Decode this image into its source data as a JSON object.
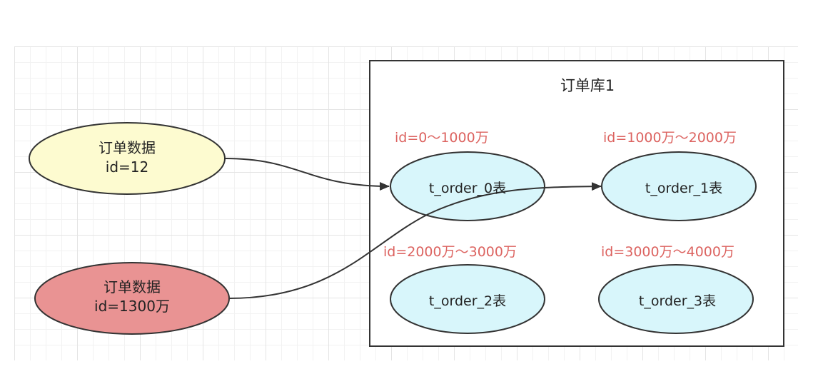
{
  "colors": {
    "source_small_fill": "#fdfbd0",
    "source_large_fill": "#e99393",
    "table_fill": "#d8f6fb",
    "range_text": "#d9534f",
    "stroke": "#333333"
  },
  "sources": [
    {
      "title": "订单数据",
      "id_label": "id=12"
    },
    {
      "title": "订单数据",
      "id_label": "id=1300万"
    }
  ],
  "database": {
    "title": "订单库1",
    "tables": [
      {
        "name": "t_order_0表",
        "range": "id=0～1000万"
      },
      {
        "name": "t_order_1表",
        "range": "id=1000万～2000万"
      },
      {
        "name": "t_order_2表",
        "range": "id=2000万～3000万"
      },
      {
        "name": "t_order_3表",
        "range": "id=3000万～4000万"
      }
    ]
  },
  "edges": [
    {
      "from": "sources.0",
      "to": "database.tables.0"
    },
    {
      "from": "sources.1",
      "to": "database.tables.1"
    }
  ]
}
